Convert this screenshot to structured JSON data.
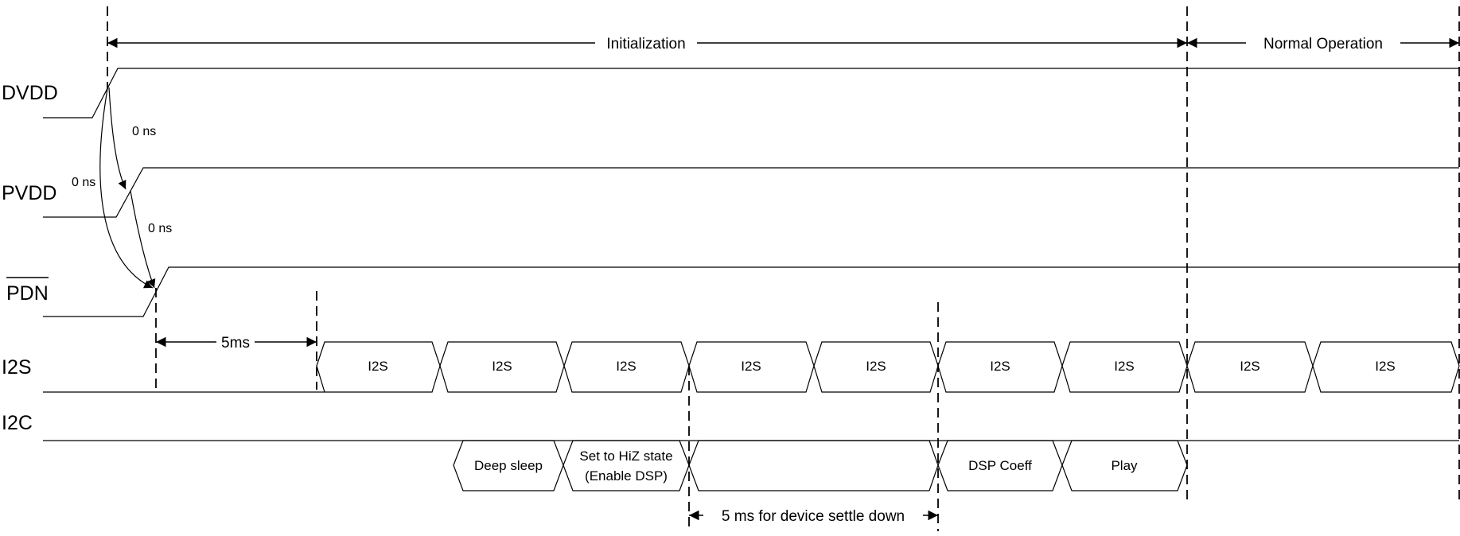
{
  "signals": {
    "dvdd": "DVDD",
    "pvdd": "PVDD",
    "pdn": "PDN",
    "i2s": "I2S",
    "i2c": "I2C"
  },
  "phases": {
    "initialization": "Initialization",
    "normal_operation": "Normal Operation"
  },
  "delays": {
    "dvdd_to_pvdd": "0 ns",
    "dvdd_to_pdn": "0 ns",
    "pvdd_to_pdn": "0 ns",
    "pdn_to_i2s": "5ms",
    "settle": "5 ms for device settle down"
  },
  "i2s_cells": [
    "I2S",
    "I2S",
    "I2S",
    "I2S",
    "I2S",
    "I2S",
    "I2S",
    "I2S",
    "I2S"
  ],
  "i2c_cells": {
    "deep_sleep": "Deep sleep",
    "hiz_line1": "Set to HiZ state",
    "hiz_line2": "(Enable DSP)",
    "blank": "",
    "dsp_coeff": "DSP Coeff",
    "play": "Play"
  }
}
